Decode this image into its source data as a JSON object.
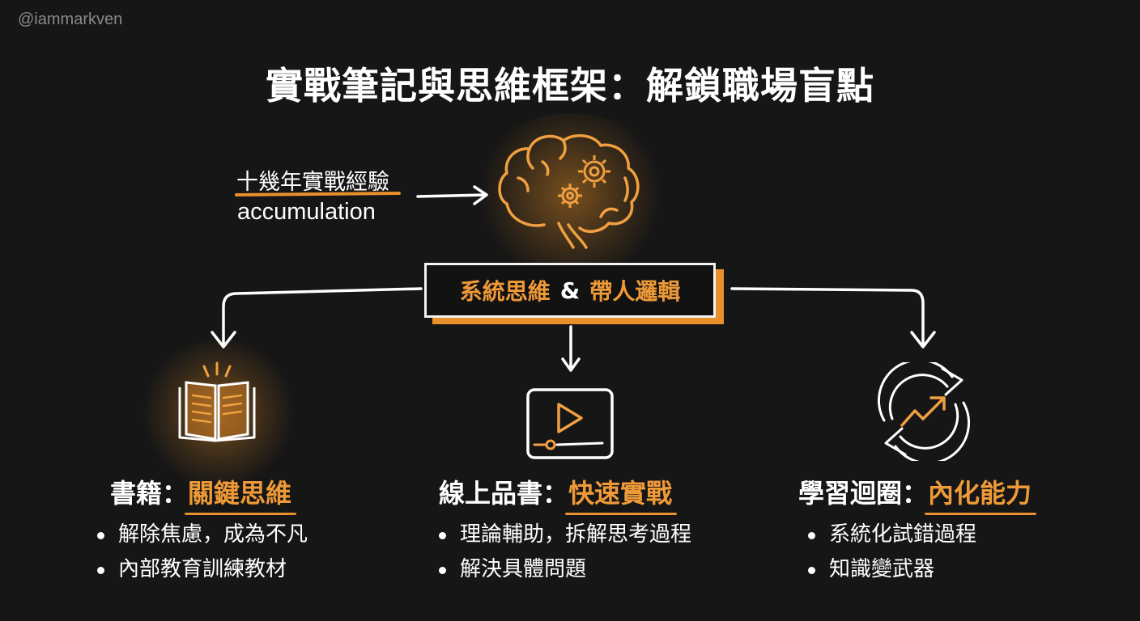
{
  "watermark": "@iammarkven",
  "title": "實戰筆記與思維框架：解鎖職場盲點",
  "source": {
    "label_zh": "十幾年實戰經驗",
    "label_en": "accumulation",
    "icon": "brain-gears-icon"
  },
  "center": {
    "part1": "系統思維",
    "amp": "&",
    "part2": "帶人邏輯"
  },
  "columns": [
    {
      "icon": "open-book-icon",
      "title_prefix": "書籍：",
      "title_highlight": "關鍵思維",
      "bullets": [
        "解除焦慮，成為不凡",
        "內部教育訓練教材"
      ]
    },
    {
      "icon": "video-play-icon",
      "title_prefix": "線上品書：",
      "title_highlight": "快速實戰",
      "bullets": [
        "理論輔助，拆解思考過程",
        "解決具體問題"
      ]
    },
    {
      "icon": "learning-loop-icon",
      "title_prefix": "學習迴圈：",
      "title_highlight": "內化能力",
      "bullets": [
        "系統化試錯過程",
        "知識變武器"
      ]
    }
  ],
  "colors": {
    "background": "#161616",
    "accent": "#ef9a38",
    "text": "#ffffff"
  }
}
